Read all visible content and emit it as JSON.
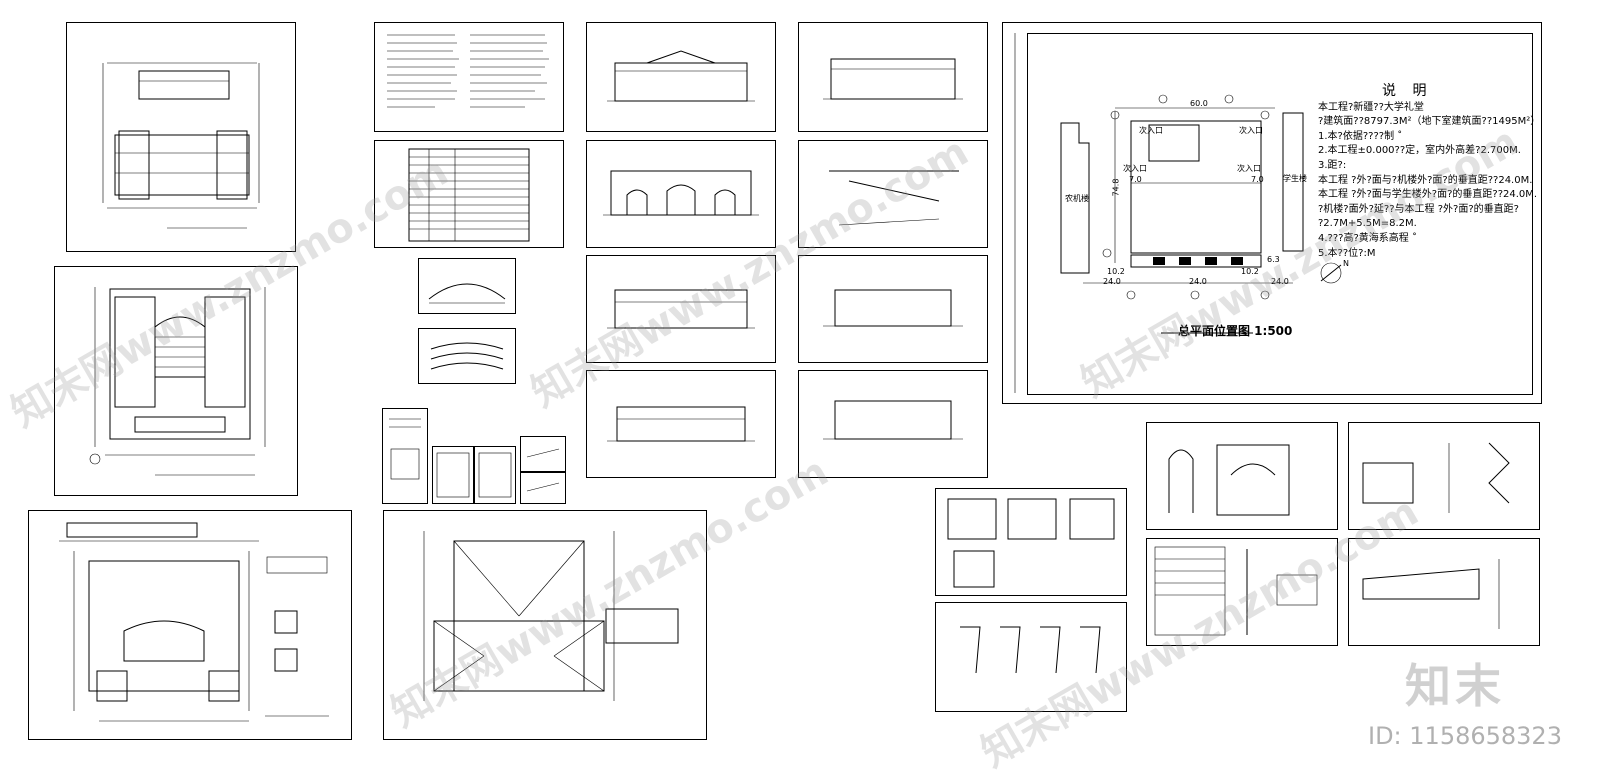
{
  "site_plan": {
    "title": "总平面位置图 1:500",
    "dim_top": "60.0",
    "dim_left": "74.8",
    "dim_bottom_left": "24.0",
    "dim_bottom_mid": "24.0",
    "dim_bottom_right": "24.0",
    "dim_small_a": "10.2",
    "dim_small_b": "10.2",
    "dim_side_a": "6.3",
    "dim_side_b": "7.0",
    "dim_side_c": "7.0",
    "entrance_1": "次入口",
    "entrance_2": "次入口",
    "entrance_3": "次入口",
    "entrance_4": "次入口",
    "building_left": "农机楼",
    "building_right": "学生楼",
    "north": "N"
  },
  "notes": {
    "title": "说 明",
    "lines": [
      "本工程?新疆??大学礼堂",
      "?建筑面??8797.3M²（地下室建筑面??1495M²）",
      "1.本?依据????制 ˚",
      "2.本工程±0.000??定，室内外高差?2.700M.",
      "3.距?:",
      "  本工程    ?外?面与?机楼外?面?的垂直距??24.0M.",
      "  本工程    ?外?面与学生楼外?面?的垂直距??24.0M.",
      "?机楼?面外?延??与本工程    ?外?面?的垂直距?",
      "?2.7M+5.5M=8.2M.",
      "4.???高?黄海系高程 ˚",
      "5.本??位?:M"
    ]
  },
  "watermark": {
    "logo": "知末",
    "id": "ID: 1158658323",
    "text": "知末网www.znzmo.com"
  }
}
